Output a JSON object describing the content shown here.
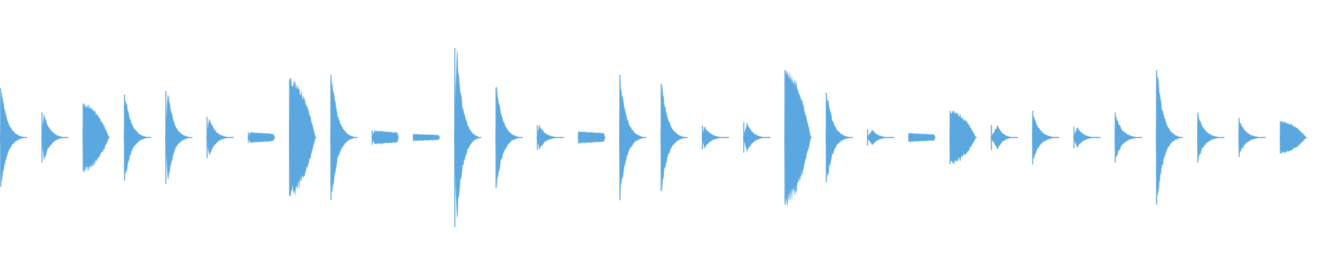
{
  "waveform": {
    "color": "#5ba8e0",
    "background": "#ffffff",
    "hits": [
      {
        "amplitude": 0.55,
        "attack": 0.05,
        "sustain": 0.2,
        "decay": "exp"
      },
      {
        "amplitude": 0.28,
        "attack": 0.1,
        "sustain": 0.3,
        "decay": "exp"
      },
      {
        "amplitude": 0.38,
        "attack": 0.02,
        "sustain": 0.35,
        "decay": "lin"
      },
      {
        "amplitude": 0.48,
        "attack": 0.05,
        "sustain": 0.25,
        "decay": "exp"
      },
      {
        "amplitude": 0.52,
        "attack": 0.1,
        "sustain": 0.2,
        "decay": "exp"
      },
      {
        "amplitude": 0.23,
        "attack": 0.1,
        "sustain": 0.3,
        "decay": "exp"
      },
      {
        "amplitude": 0.06,
        "attack": 0.1,
        "sustain": 0.7,
        "decay": "flat"
      },
      {
        "amplitude": 0.65,
        "attack": 0.02,
        "sustain": 0.35,
        "decay": "lin"
      },
      {
        "amplitude": 0.7,
        "attack": 0.05,
        "sustain": 0.25,
        "decay": "exp"
      },
      {
        "amplitude": 0.08,
        "attack": 0.1,
        "sustain": 0.6,
        "decay": "flat"
      },
      {
        "amplitude": 0.04,
        "attack": 0.05,
        "sustain": 0.6,
        "decay": "flat"
      },
      {
        "amplitude": 1.0,
        "attack": 0.1,
        "sustain": 0.2,
        "decay": "exp"
      },
      {
        "amplitude": 0.56,
        "attack": 0.05,
        "sustain": 0.25,
        "decay": "exp"
      },
      {
        "amplitude": 0.14,
        "attack": 0.1,
        "sustain": 0.4,
        "decay": "exp"
      },
      {
        "amplitude": 0.07,
        "attack": 0.05,
        "sustain": 0.5,
        "decay": "flat"
      },
      {
        "amplitude": 0.7,
        "attack": 0.02,
        "sustain": 0.3,
        "decay": "exp"
      },
      {
        "amplitude": 0.6,
        "attack": 0.05,
        "sustain": 0.25,
        "decay": "exp"
      },
      {
        "amplitude": 0.13,
        "attack": 0.1,
        "sustain": 0.4,
        "decay": "exp"
      },
      {
        "amplitude": 0.17,
        "attack": 0.15,
        "sustain": 0.4,
        "decay": "exp"
      },
      {
        "amplitude": 0.75,
        "attack": 0.02,
        "sustain": 0.35,
        "decay": "lin"
      },
      {
        "amplitude": 0.5,
        "attack": 0.05,
        "sustain": 0.25,
        "decay": "exp"
      },
      {
        "amplitude": 0.09,
        "attack": 0.2,
        "sustain": 0.4,
        "decay": "exp"
      },
      {
        "amplitude": 0.05,
        "attack": 0.05,
        "sustain": 0.5,
        "decay": "flat"
      },
      {
        "amplitude": 0.3,
        "attack": 0.02,
        "sustain": 0.35,
        "decay": "lin"
      },
      {
        "amplitude": 0.14,
        "attack": 0.25,
        "sustain": 0.4,
        "decay": "exp"
      },
      {
        "amplitude": 0.3,
        "attack": 0.02,
        "sustain": 0.25,
        "decay": "exp"
      },
      {
        "amplitude": 0.12,
        "attack": 0.15,
        "sustain": 0.4,
        "decay": "exp"
      },
      {
        "amplitude": 0.28,
        "attack": 0.02,
        "sustain": 0.35,
        "decay": "exp"
      },
      {
        "amplitude": 0.75,
        "attack": 0.05,
        "sustain": 0.25,
        "decay": "exp"
      },
      {
        "amplitude": 0.28,
        "attack": 0.02,
        "sustain": 0.35,
        "decay": "exp"
      },
      {
        "amplitude": 0.22,
        "attack": 0.02,
        "sustain": 0.35,
        "decay": "exp"
      },
      {
        "amplitude": 0.18,
        "attack": 0.05,
        "sustain": 0.4,
        "decay": "lin"
      }
    ]
  }
}
